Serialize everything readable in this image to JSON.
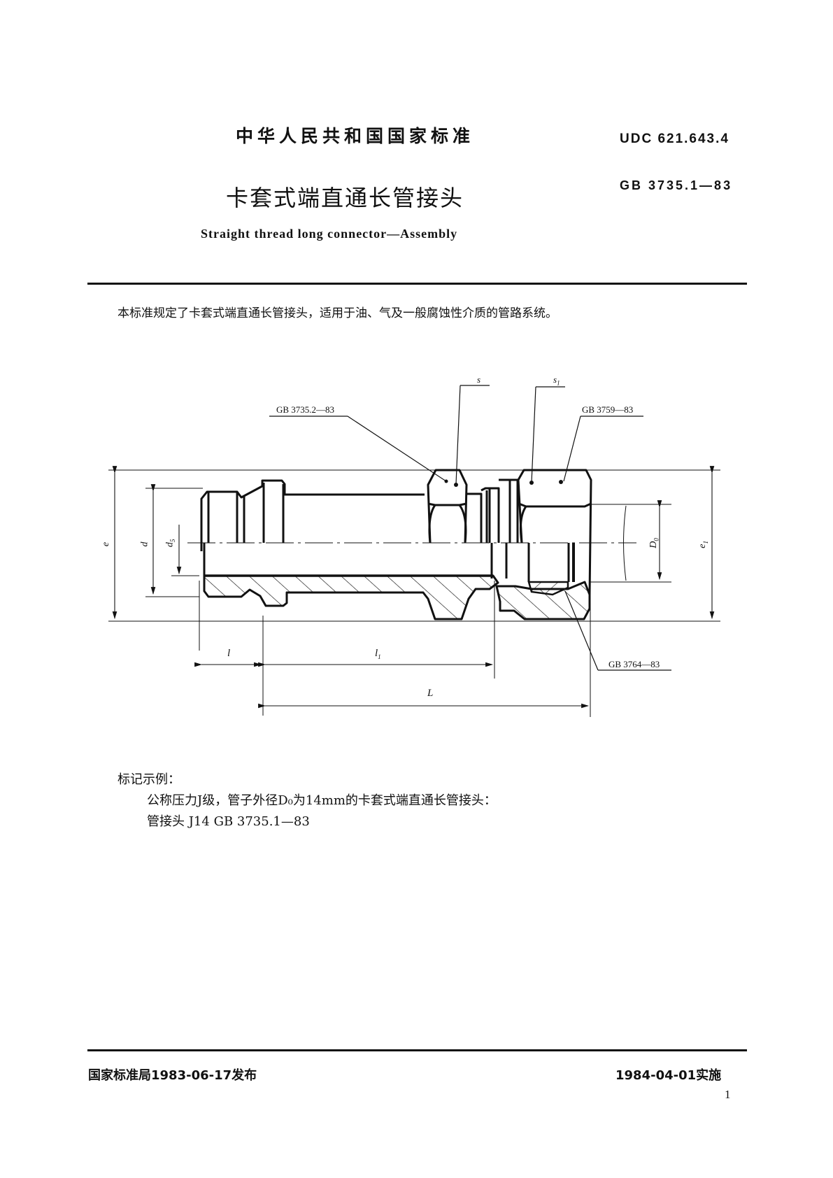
{
  "header": {
    "national_standard": "中华人民共和国国家标准",
    "udc": "UDC  621.643.4",
    "title_cn": "卡套式端直通长管接头",
    "standard_number": "GB  3735.1—83",
    "title_en": "Straight thread long connector—Assembly"
  },
  "intro": {
    "text": "本标准规定了卡套式端直通长管接头，适用于油、气及一般腐蚀性介质的管路系统。"
  },
  "drawing": {
    "callouts": {
      "body": "GB  3735.2—83",
      "nut": "GB  3759—83",
      "ferrule": "GB  3764—83",
      "s": "s",
      "s1": "s",
      "s1_sub": "1"
    },
    "dimensions": {
      "e": "e",
      "d": "d",
      "d5": "d",
      "d5_sub": "5",
      "D0": "D",
      "D0_sub": "0",
      "e1": "e",
      "e1_sub": "1",
      "l": "l",
      "l1": "l",
      "l1_sub": "1",
      "L": "L"
    }
  },
  "marking": {
    "heading": "标记示例：",
    "description": "公称压力J级，管子外径D₀为14mm的卡套式端直通长管接头：",
    "example": "管接头   J14   GB  3735.1—83"
  },
  "footer": {
    "issued": "国家标准局1983-06-17发布",
    "effective": "1984-04-01实施",
    "page_number": "1"
  }
}
